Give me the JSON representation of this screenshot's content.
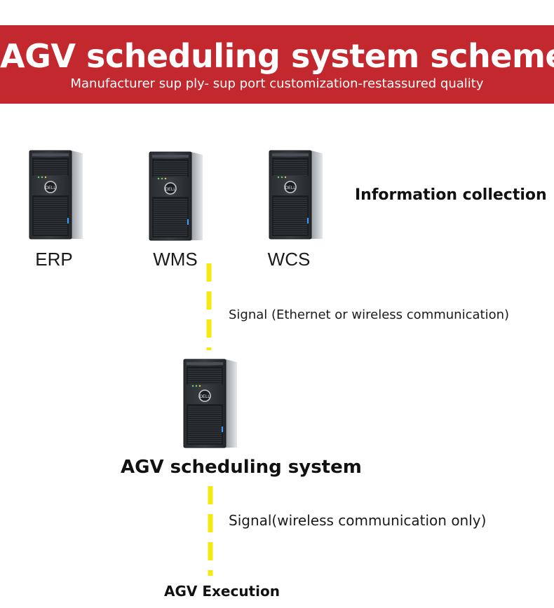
{
  "header": {
    "title": "AGV scheduling system scheme",
    "subtitle": "Manufacturer sup ply- sup port customization-restassured quality",
    "background_color": "#c3282f"
  },
  "servers": [
    {
      "label": "ERP",
      "icon": "tower-server-icon"
    },
    {
      "label": "WMS",
      "icon": "tower-server-icon"
    },
    {
      "label": "WCS",
      "icon": "tower-server-icon"
    }
  ],
  "info_label": "Information collection",
  "signal_top": "Signal (Ethernet or wireless communication)",
  "center": {
    "label": "AGV scheduling system",
    "icon": "tower-server-icon"
  },
  "signal_bottom": "Signal(wireless communication only)",
  "execution_label": "AGV Execution",
  "connector_color": "#f5ea0f"
}
